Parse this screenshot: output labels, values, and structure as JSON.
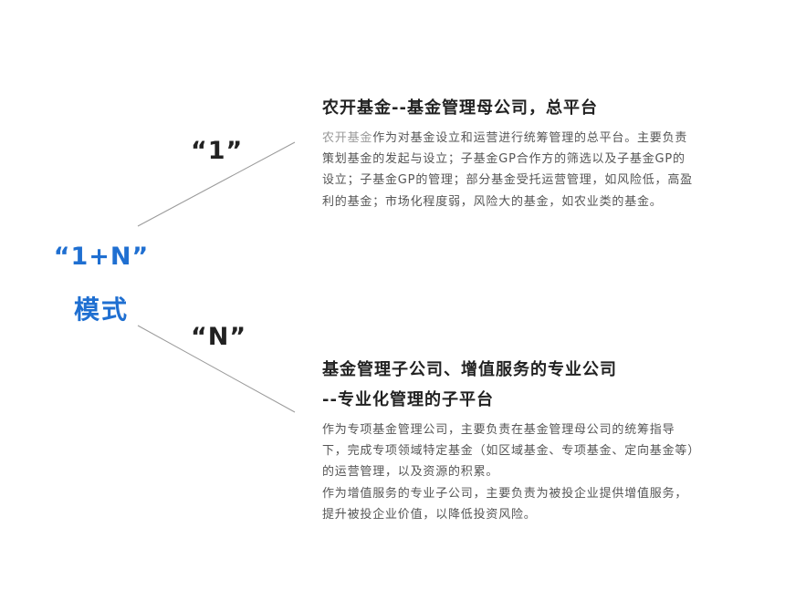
{
  "diagram": {
    "center": {
      "top_label": "“1+N”",
      "bottom_label": "模式"
    },
    "branches": [
      {
        "mark": "“1”",
        "title_lines": [
          "农开基金--基金管理母公司，总平台"
        ],
        "description_lead": "农开基金",
        "description_rest": "作为对基金设立和运营进行统筹管理的总平台。主要负责策划基金的发起与设立；子基金GP合作方的筛选以及子基金GP的设立；子基金GP的管理；部分基金受托运营管理，如风险低，高盈利的基金；市场化程度弱，风险大的基金，如农业类的基金。"
      },
      {
        "mark": "“N”",
        "title_lines": [
          "基金管理子公司、增值服务的专业公司",
          "--专业化管理的子平台"
        ],
        "paragraphs": [
          "作为专项基金管理公司，主要负责在基金管理母公司的统筹指导下，完成专项领域特定基金（如区域基金、专项基金、定向基金等）的运营管理，以及资源的积累。",
          "作为增值服务的专业子公司，主要负责为被投企业提供增值服务，提升被投企业价值，以降低投资风险。"
        ]
      }
    ],
    "colors": {
      "accent": "#1f6fd1",
      "heading": "#222222",
      "body_text": "#555555",
      "muted_text": "#999999",
      "connector_line": "#9a9a9a"
    }
  }
}
